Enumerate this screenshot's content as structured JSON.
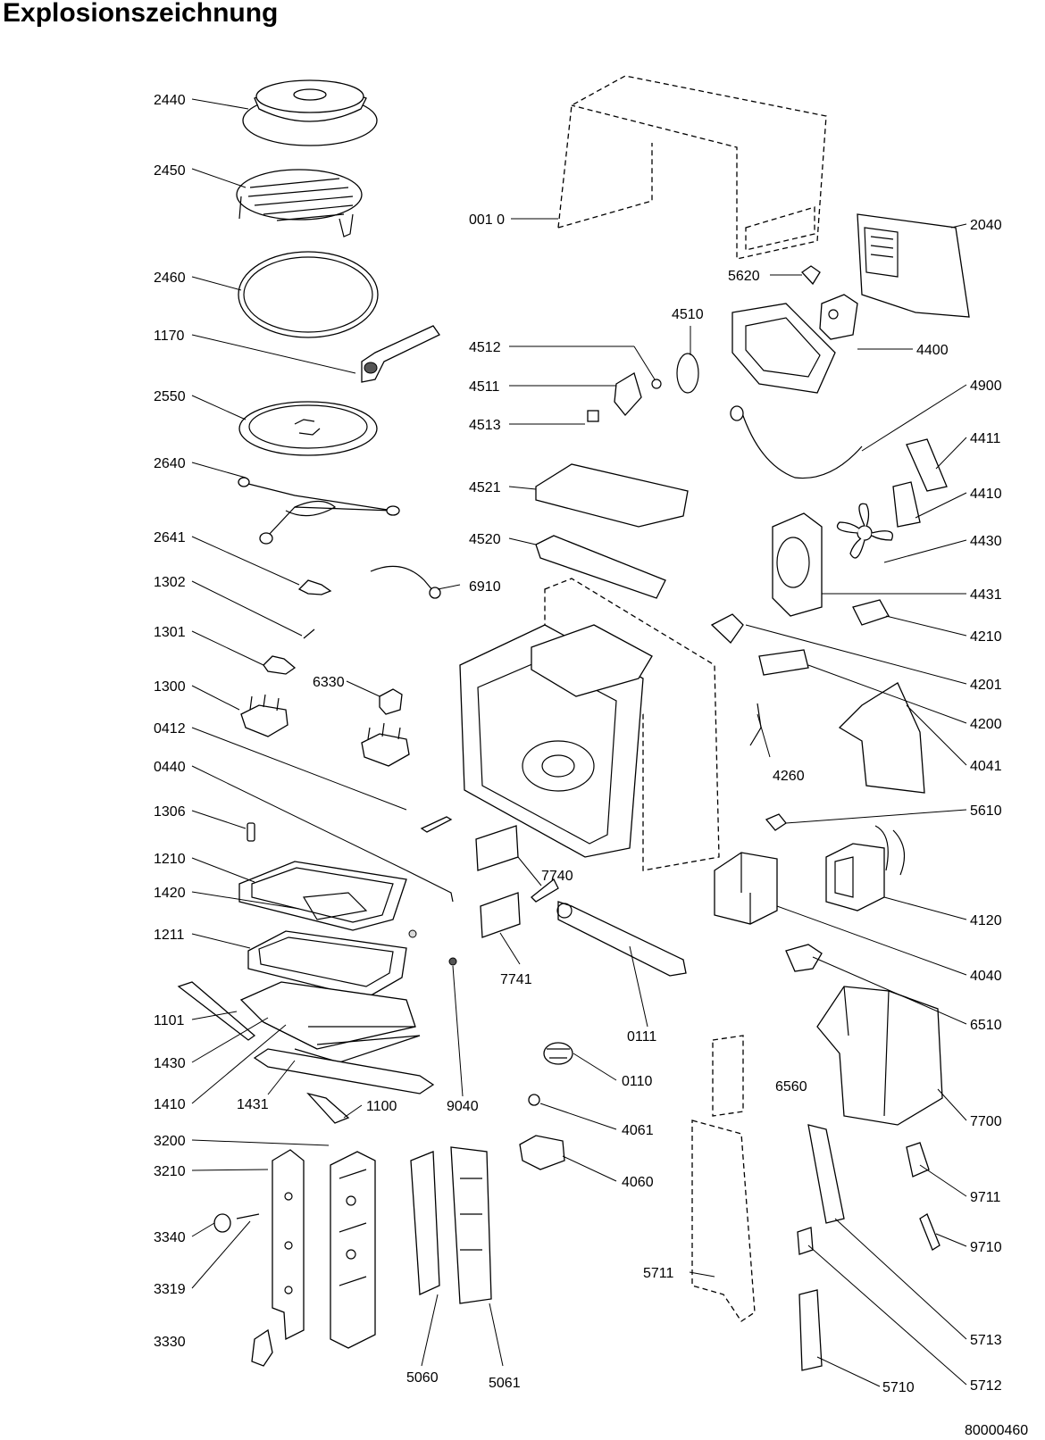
{
  "title": "Explosionszeichnung",
  "drawing_number": "80000460",
  "part_labels": [
    "2440",
    "2450",
    "2460",
    "1170",
    "2550",
    "2640",
    "2641",
    "1302",
    "1301",
    "1300",
    "6330",
    "0412",
    "0440",
    "1306",
    "1210",
    "1420",
    "1211",
    "1101",
    "1430",
    "1410",
    "1431",
    "1100",
    "9040",
    "3200",
    "3210",
    "3340",
    "3319",
    "3330",
    "5060",
    "5061",
    "001 0",
    "5620",
    "4510",
    "4512",
    "4511",
    "4513",
    "4521",
    "4520",
    "6910",
    "7740",
    "7741",
    "0111",
    "0110",
    "4061",
    "4060",
    "5711",
    "2040",
    "4400",
    "4900",
    "4411",
    "4410",
    "4430",
    "4431",
    "4210",
    "4201",
    "4200",
    "4041",
    "4260",
    "5610",
    "4120",
    "4040",
    "6510",
    "6560",
    "7700",
    "9711",
    "9710",
    "5713",
    "5712",
    "5710"
  ]
}
